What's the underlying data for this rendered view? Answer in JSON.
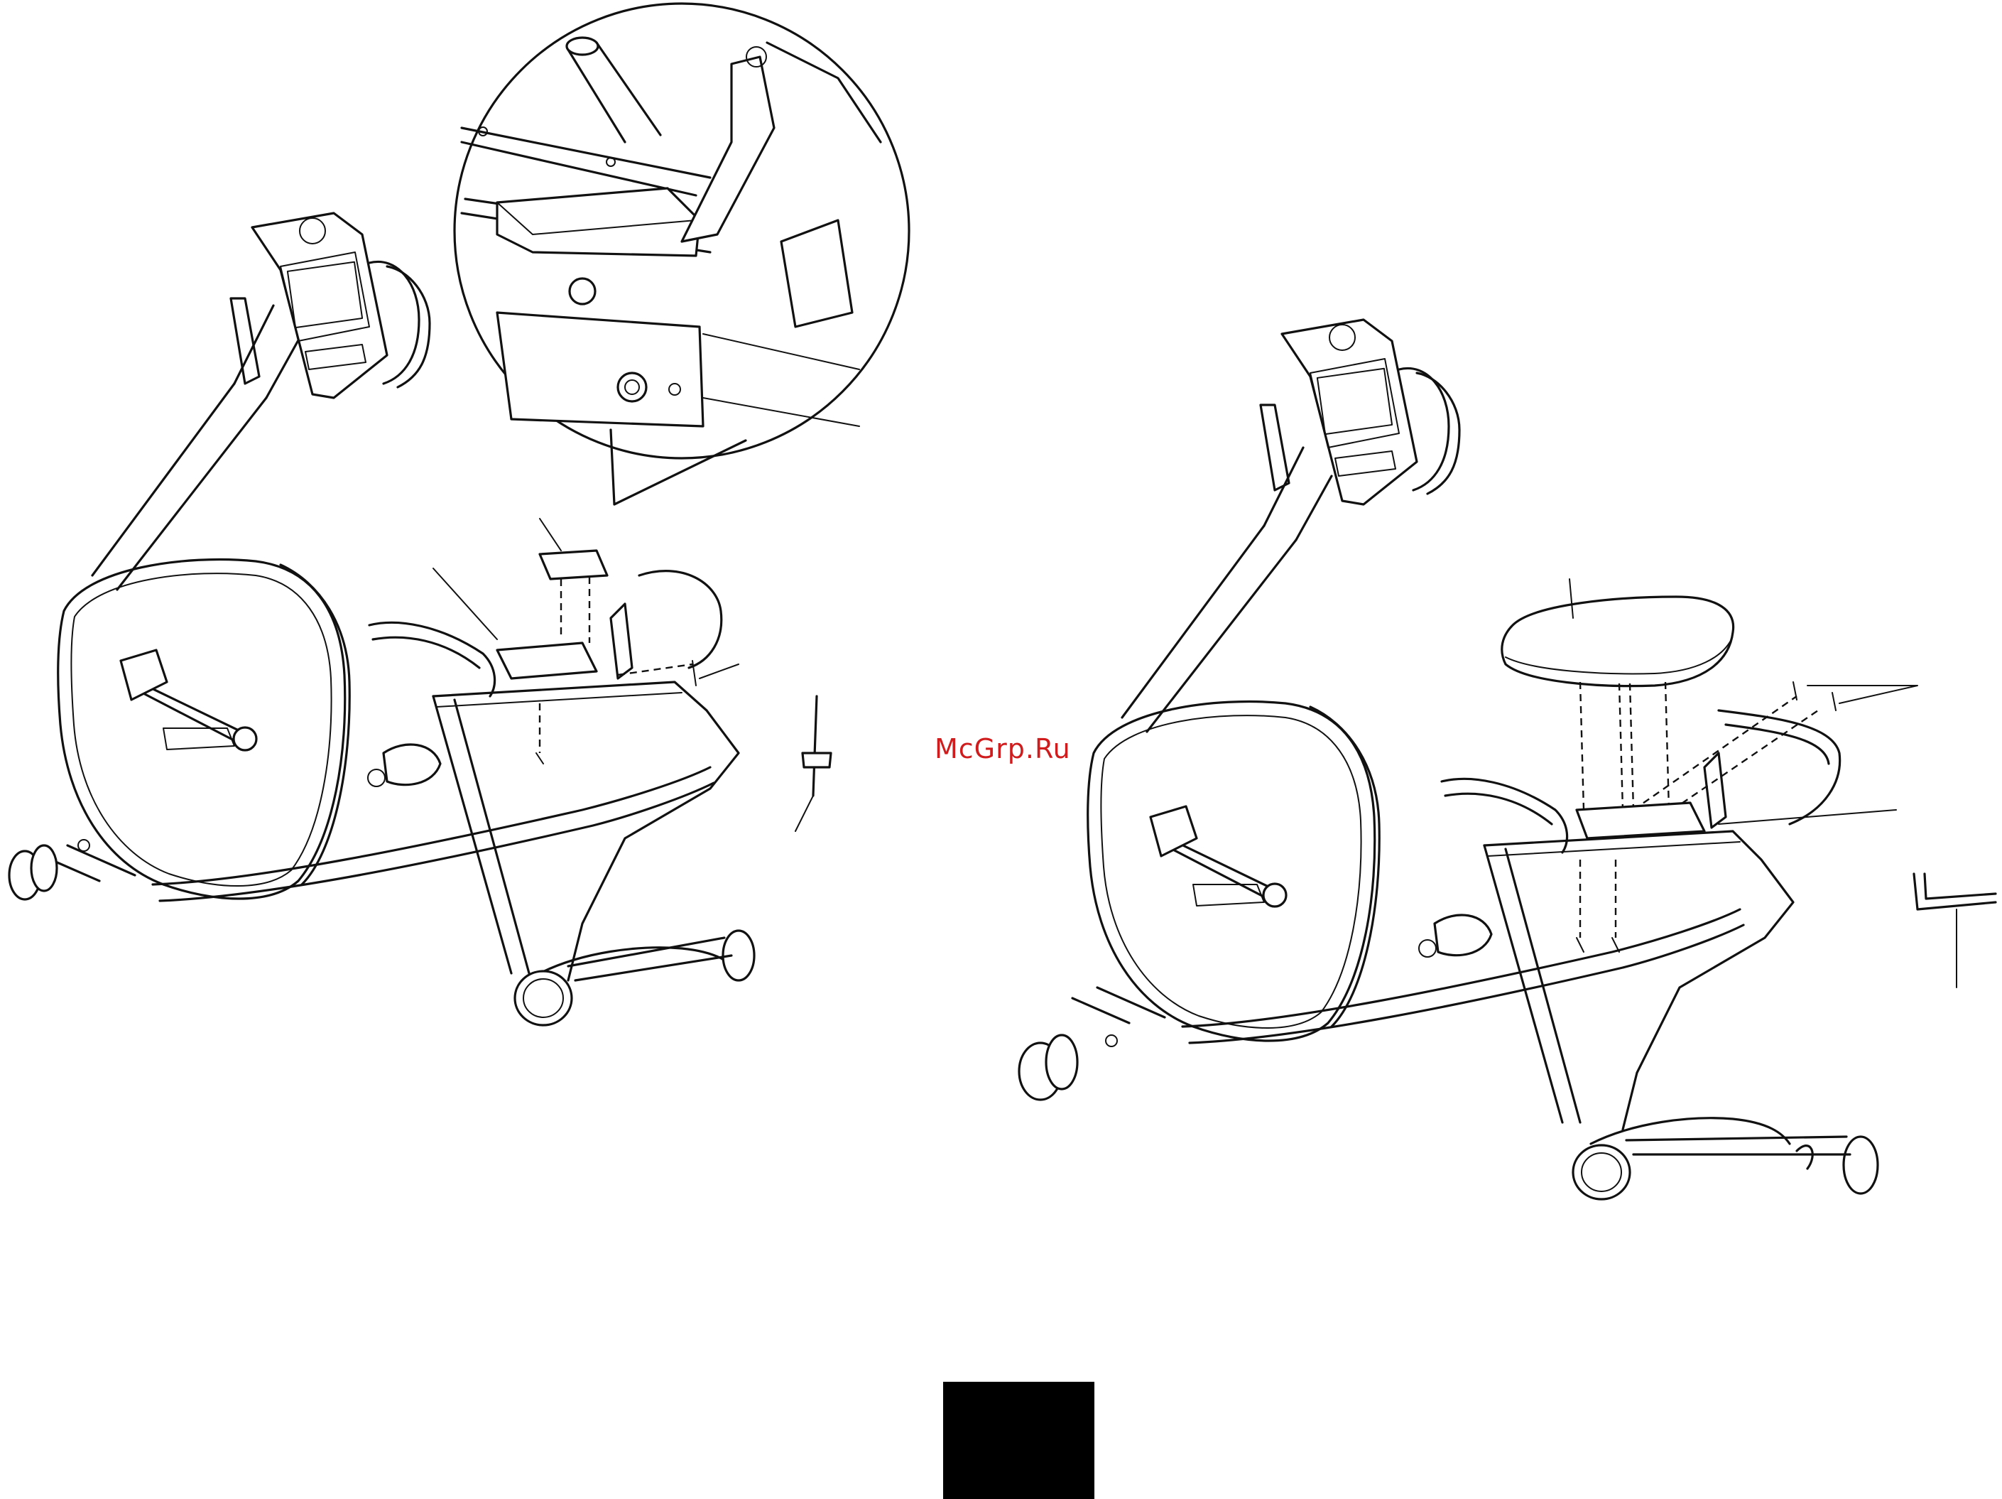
{
  "watermark": {
    "text": "McGrp.Ru",
    "color": "#d01c1c"
  },
  "illustrations": [
    {
      "id": "left",
      "description_icon": "bike-assembly-step-icon"
    },
    {
      "id": "right",
      "description_icon": "bike-assembly-step-icon"
    }
  ],
  "page_tab": {
    "color": "#000000"
  }
}
